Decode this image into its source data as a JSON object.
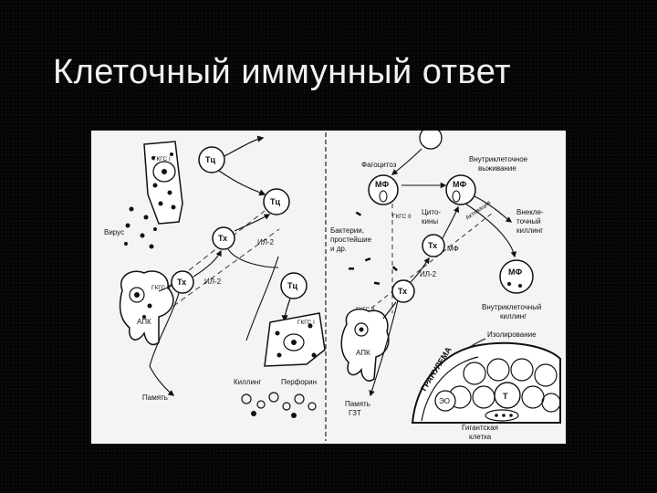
{
  "title": "Клеточный иммунный ответ",
  "diagram": {
    "left": {
      "hla1_top": "ГКГС I",
      "tc_top": "Тц",
      "tc_mid": "Тц",
      "virus": "Вирус",
      "th_mid": "Тх",
      "il2_a": "ИЛ-2",
      "il2_b": "ИЛ-2",
      "th_low": "Тх",
      "apc_hla": "ГКГС II",
      "apc": "АПК",
      "tc_low": "Тц",
      "hla1_low": "ГКГС I",
      "killing": "Киллинг",
      "perforin": "Перфорин",
      "memory": "Память"
    },
    "right": {
      "phagocyte": "Фагоцитоз",
      "mf_a": "МФ",
      "mf_b": "МФ",
      "intracell_survival_1": "Внутриклеточное",
      "intracell_survival_2": "выживание",
      "hla2_top": "ГКГС II",
      "cytokines_1": "Цито-",
      "cytokines_2": "кины",
      "activation": "Активация",
      "extracell_1": "Внекле-",
      "extracell_2": "точный",
      "extracell_3": "киллинг",
      "bacteria_1": "Бактерии,",
      "bacteria_2": "простейшие",
      "bacteria_3": "и др.",
      "th_r": "Тх",
      "mf_small": "МФ",
      "il2_r": "ИЛ-2",
      "mf_c": "МФ",
      "th_r2": "Тх",
      "hla2_low": "ГКГС II",
      "intracell_kill_1": "Внутриклеточный",
      "intracell_kill_2": "киллинг",
      "isolation": "Изолирование",
      "apc_r": "АПК",
      "granuloma": "ГРАНУЛЕМА",
      "eo": "ЭО",
      "t": "Т",
      "memory_r_1": "Память",
      "memory_r_2": "ГЗТ",
      "giant_1": "Гигантская",
      "giant_2": "клетка"
    }
  }
}
